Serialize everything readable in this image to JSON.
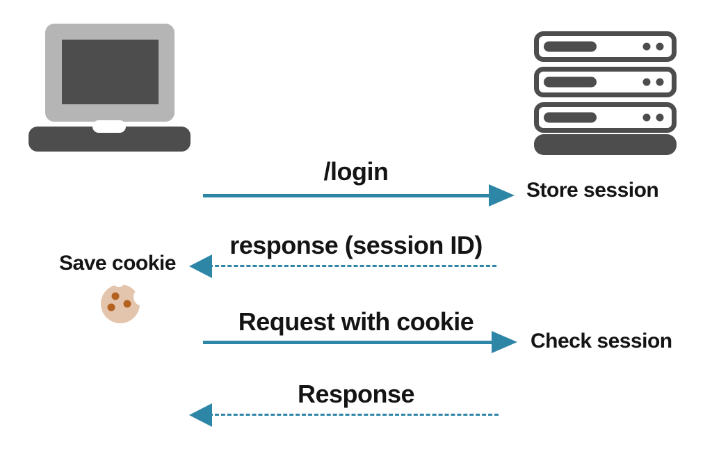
{
  "diagram": {
    "type": "client-server-session-cookie-flow",
    "client": {
      "icon": "laptop-icon"
    },
    "server": {
      "icon": "server-stack-icon"
    },
    "messages": [
      {
        "label": "/login",
        "direction": "right",
        "line_style": "solid",
        "annotation": "Store session",
        "annotation_side": "right"
      },
      {
        "label": "response (session ID)",
        "direction": "left",
        "line_style": "dashed",
        "annotation": "Save cookie",
        "annotation_side": "left",
        "annotation_icon": "cookie-icon"
      },
      {
        "label": "Request with cookie",
        "direction": "right",
        "line_style": "solid",
        "annotation": "Check session",
        "annotation_side": "right"
      },
      {
        "label": "Response",
        "direction": "left",
        "line_style": "dashed",
        "annotation": "",
        "annotation_side": ""
      }
    ],
    "colors": {
      "arrow": "#2e86a6",
      "icon-dark": "#4d4d4d",
      "icon-light": "#b5b5b5",
      "cookie-body": "#e3c5ad",
      "cookie-chip": "#b4621f",
      "text": "#141414",
      "background": "#ffffff"
    }
  }
}
